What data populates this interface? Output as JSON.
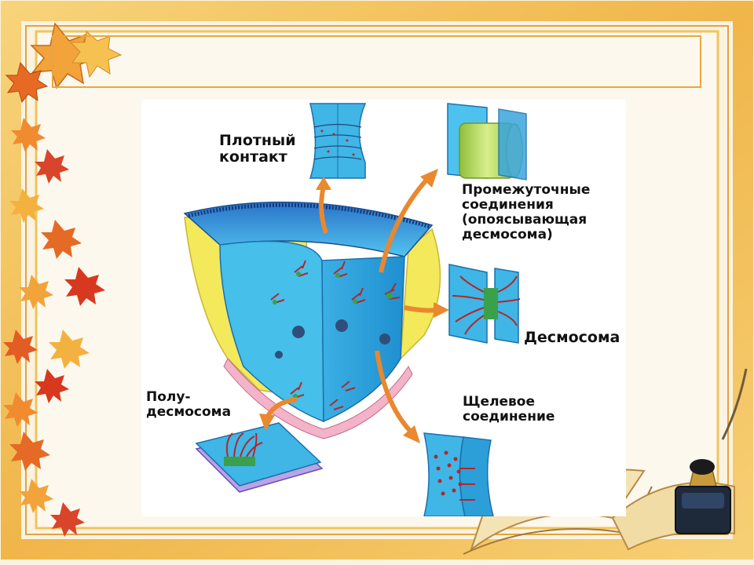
{
  "slide": {
    "title": ""
  },
  "diagram": {
    "labels": {
      "tight_junction": "Плотный\nконтакт",
      "adherens_junction": "Промежуточные\nсоединения\n(опоясывающая\nдесмосома)",
      "desmosome": "Десмосома",
      "hemidesmosome": "Полу-\nдесмосома",
      "gap_junction": "Щелевое\nсоединение"
    }
  },
  "colors": {
    "frame_outer": "#f1c45a",
    "frame_inner": "#e8a640",
    "slide_bg": "#fbf3e2",
    "tissue_blue": "#3fb6e6",
    "arrow_orange": "#e9882e",
    "cytoplasm_yellow": "#f4e95a"
  },
  "icons": [
    "autumn-leaf-icon",
    "inkwell-icon",
    "open-book-icon"
  ]
}
